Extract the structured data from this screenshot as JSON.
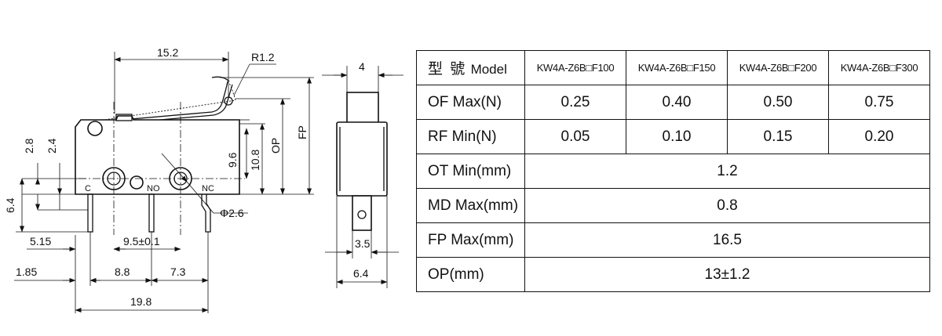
{
  "dims": {
    "length_top": "15.2",
    "radius": "R1.2",
    "h_2_8": "2.8",
    "h_2_4": "2.4",
    "h_6_4": "6.4",
    "h_9_6": "9.6",
    "h_10_8": "10.8",
    "op": "OP",
    "fp": "FP",
    "hole_dia": "Φ2.6",
    "d_5_15": "5.15",
    "d_9_5": "9.5±0.1",
    "d_1_85": "1.85",
    "d_8_8": "8.8",
    "d_7_3": "7.3",
    "d_19_8": "19.8",
    "side_top": "4",
    "side_3_5": "3.5",
    "side_6_4": "6.4",
    "term_c": "C",
    "term_no": "NO",
    "term_nc": "NC"
  },
  "table": {
    "header": {
      "label_cjk": "型 號",
      "label": "Model"
    },
    "models": [
      "KW4A-Z6B□F100",
      "KW4A-Z6B□F150",
      "KW4A-Z6B□F200",
      "KW4A-Z6B□F300"
    ],
    "rows": [
      {
        "label": "OF Max(N)",
        "values": [
          "0.25",
          "0.40",
          "0.50",
          "0.75"
        ]
      },
      {
        "label": "RF Min(N)",
        "values": [
          "0.05",
          "0.10",
          "0.15",
          "0.20"
        ]
      },
      {
        "label": "OT Min(mm)",
        "value": "1.2"
      },
      {
        "label": "MD Max(mm)",
        "value": "0.8"
      },
      {
        "label": "FP Max(mm)",
        "value": "16.5"
      },
      {
        "label": "OP(mm)",
        "value": "13±1.2"
      }
    ]
  }
}
